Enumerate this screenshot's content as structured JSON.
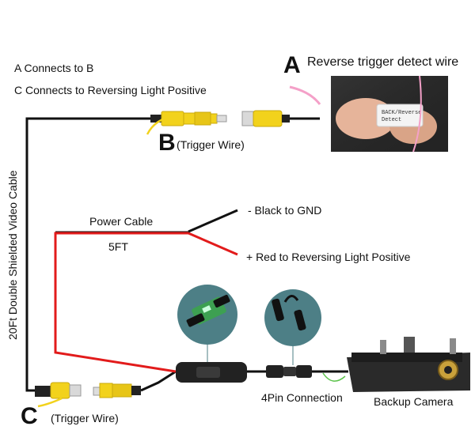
{
  "notes": {
    "line1": "A Connects to B",
    "line2": "C Connects to Reversing Light Positive"
  },
  "markers": {
    "a_letter": "A",
    "a_caption": "Reverse trigger detect wire",
    "b_letter": "B",
    "b_caption": "(Trigger Wire)",
    "c_letter": "C",
    "c_caption": "(Trigger Wire)"
  },
  "labels": {
    "video_cable": "20Ft Double Shielded Video Cable",
    "power_cable": "Power Cable",
    "power_length": "5FT",
    "black_wire": "- Black to GND",
    "red_wire": "+ Red to Reversing Light Positive",
    "connection": "4Pin Connection",
    "camera": "Backup Camera"
  },
  "photo_label": {
    "line1": "BACK/Reverse",
    "line2": "Detect"
  },
  "colors": {
    "rca_yellow": "#f2d21c",
    "wire_red": "#e21b1b",
    "wire_black": "#111111",
    "trigger_pink": "#f4a0c8",
    "trigger_yellow": "#f2d21c",
    "inset_teal": "#4d7f86"
  }
}
